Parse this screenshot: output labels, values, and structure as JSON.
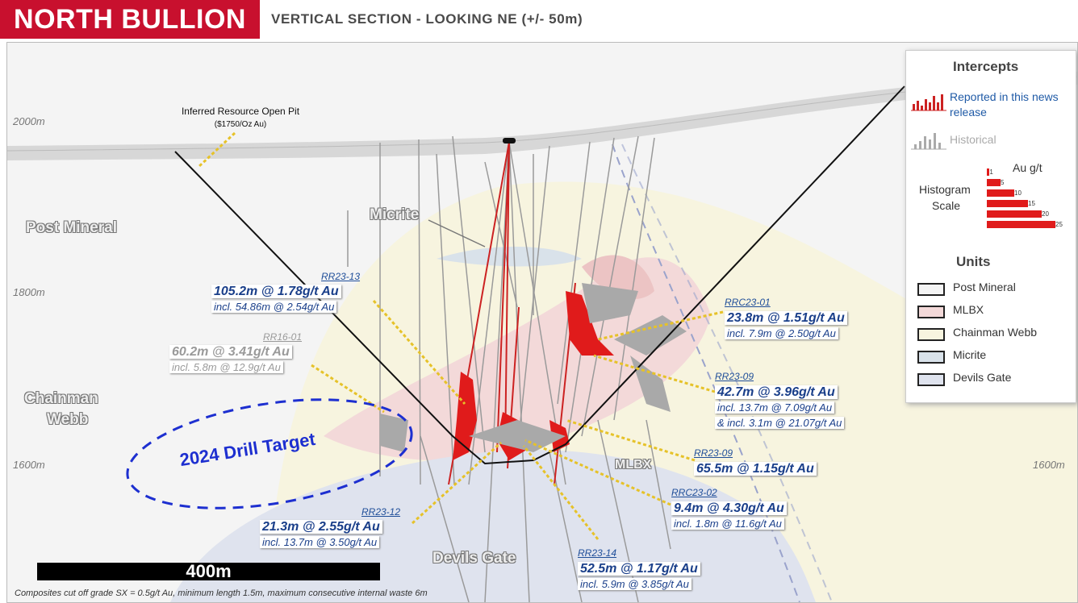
{
  "header": {
    "brand": "NORTH BULLION",
    "subtitle": "VERTICAL SECTION - LOOKING NE (+/- 50m)"
  },
  "elevations": {
    "left_2000": "2000m",
    "left_1800": "1800m",
    "left_1600": "1600m",
    "right_1600": "1600m"
  },
  "unit_labels": {
    "post_mineral": "Post Mineral",
    "micrite": "Micrite",
    "chainman_1": "Chainman",
    "chainman_2": "Webb",
    "mlbx": "MLBX",
    "devils_gate": "Devils Gate"
  },
  "pit": {
    "title": "Inferred Resource Open Pit",
    "subtitle": "($1750/Oz Au)"
  },
  "drill_target": "2024 Drill Target",
  "intercepts": [
    {
      "id": "RR23-13",
      "main": "105.2m @ 1.78g/t Au",
      "sub": "incl. 54.86m @ 2.54g/t Au"
    },
    {
      "id": "RR16-01",
      "main": "60.2m @ 3.41g/t Au",
      "sub": "incl. 5.8m @ 12.9g/t Au"
    },
    {
      "id": "RRC23-01",
      "main": "23.8m @ 1.51g/t Au",
      "sub": "incl. 7.9m @ 2.50g/t Au"
    },
    {
      "id": "RR23-09",
      "main": "42.7m @ 3.96g/t Au",
      "sub": "incl. 13.7m @ 7.09g/t Au",
      "sub2": "& incl. 3.1m @ 21.07g/t Au"
    },
    {
      "id": "RR23-09",
      "main": "65.5m @ 1.15g/t Au"
    },
    {
      "id": "RRC23-02",
      "main": "9.4m @ 4.30g/t Au",
      "sub": "incl. 1.8m @ 11.6g/t Au"
    },
    {
      "id": "RR23-12",
      "main": "21.3m @ 2.55g/t Au",
      "sub": "incl. 13.7m @ 3.50g/t Au"
    },
    {
      "id": "RR23-14",
      "main": "52.5m @ 1.17g/t Au",
      "sub": "incl. 5.9m @ 3.85g/t Au"
    }
  ],
  "legend": {
    "intercepts_title": "Intercepts",
    "reported": "Reported in this news release",
    "historical": "Historical",
    "au_unit": "Au g/t",
    "histogram_label_1": "Histogram",
    "histogram_label_2": "Scale",
    "scale_values": [
      "1",
      "5",
      "10",
      "15",
      "20",
      "25"
    ],
    "units_title": "Units",
    "units": [
      {
        "name": "Post Mineral",
        "color": "#f4f4f4"
      },
      {
        "name": "MLBX",
        "color": "#f3d9d9"
      },
      {
        "name": "Chainman Webb",
        "color": "#f7f4df"
      },
      {
        "name": "Micrite",
        "color": "#d9e2ea"
      },
      {
        "name": "Devils Gate",
        "color": "#dfe3ee"
      }
    ]
  },
  "scale_bar": "400m",
  "footnote": "Composites cut off grade SX = 0.5g/t Au, minimum length 1.5m, maximum consecutive internal waste 6m"
}
